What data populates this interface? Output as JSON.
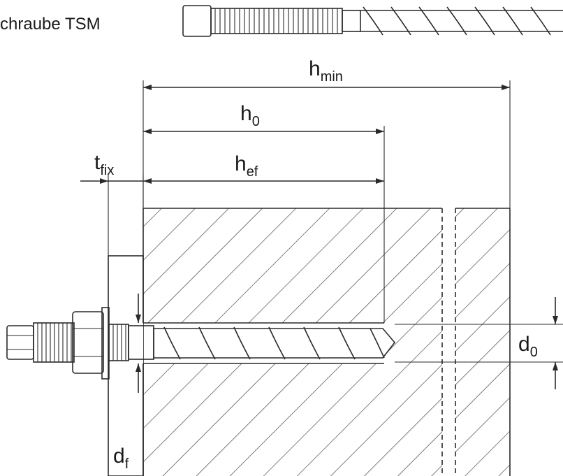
{
  "title": "chraube TSM",
  "labels": {
    "h_min": {
      "main": "h",
      "sub": "min"
    },
    "h_0": {
      "main": "h",
      "sub": "0"
    },
    "h_ef": {
      "main": "h",
      "sub": "ef"
    },
    "t_fix": {
      "main": "t",
      "sub": "fix"
    },
    "d_0": {
      "main": "d",
      "sub": "0"
    },
    "d_f": {
      "main": "d",
      "sub": "f"
    }
  }
}
